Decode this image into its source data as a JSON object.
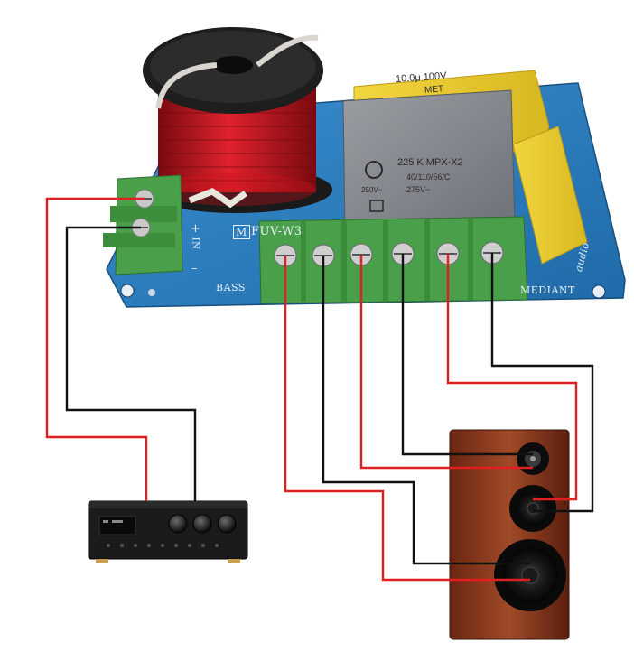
{
  "board": {
    "model": "FUV-W3",
    "logo": "M",
    "label_left": "BASS",
    "label_right": "MEDIANT",
    "label_brand": "audio",
    "input_plus": "+",
    "input_in": "IN",
    "input_minus": "–",
    "colors": {
      "pcb": "#2e7fc0",
      "terminal": "#4aa04a",
      "coil": "#c8141e"
    }
  },
  "capacitor_grey": {
    "line1": "225 K MPX-X2",
    "line2": "40/110/56/C",
    "line3": "275V~",
    "line4": "250V~"
  },
  "capacitor_yellow_top": {
    "line1": "10.0μ 100V",
    "line2": "MET"
  },
  "wires": {
    "red": "#e02020",
    "black": "#111111"
  }
}
